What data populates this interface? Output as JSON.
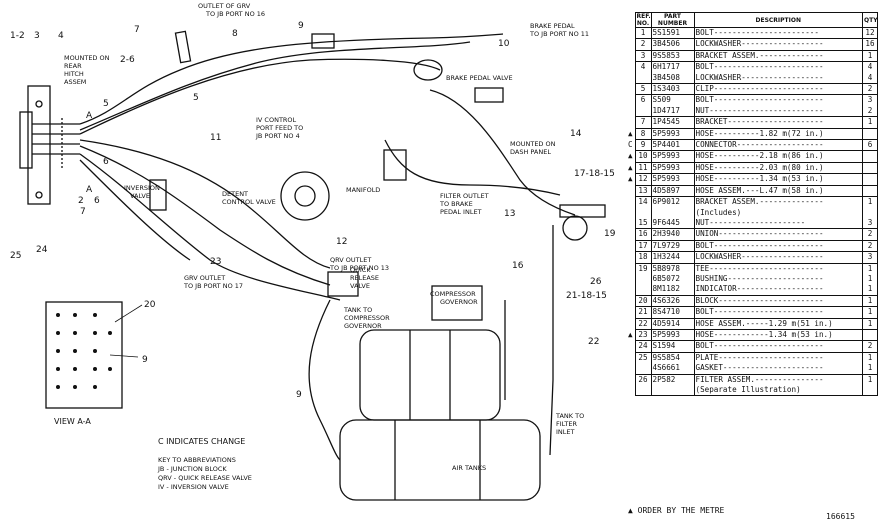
{
  "diagram": {
    "callouts": [
      {
        "id": "c1",
        "text": "1-2"
      },
      {
        "id": "c2",
        "text": "3"
      },
      {
        "id": "c3",
        "text": "4"
      },
      {
        "id": "c4",
        "text": "7"
      },
      {
        "id": "c5",
        "text": "2-6"
      },
      {
        "id": "c6",
        "text": "8"
      },
      {
        "id": "c7",
        "text": "9"
      },
      {
        "id": "c8",
        "text": "5"
      },
      {
        "id": "c9",
        "text": "10"
      },
      {
        "id": "c10",
        "text": "5"
      },
      {
        "id": "c11",
        "text": "11"
      },
      {
        "id": "c12",
        "text": "14"
      },
      {
        "id": "c13",
        "text": "17-18-15"
      },
      {
        "id": "c14",
        "text": "6"
      },
      {
        "id": "c15",
        "text": "A"
      },
      {
        "id": "c16",
        "text": "A"
      },
      {
        "id": "c17",
        "text": "2"
      },
      {
        "id": "c18",
        "text": "6"
      },
      {
        "id": "c19",
        "text": "7"
      },
      {
        "id": "c20",
        "text": "25"
      },
      {
        "id": "c21",
        "text": "24"
      },
      {
        "id": "c22",
        "text": "13"
      },
      {
        "id": "c23",
        "text": "19"
      },
      {
        "id": "c24",
        "text": "16"
      },
      {
        "id": "c25",
        "text": "26"
      },
      {
        "id": "c26",
        "text": "21-18-15"
      },
      {
        "id": "c27",
        "text": "12"
      },
      {
        "id": "c28",
        "text": "23"
      },
      {
        "id": "c29",
        "text": "20"
      },
      {
        "id": "c30",
        "text": "9"
      },
      {
        "id": "c31",
        "text": "22"
      },
      {
        "id": "c32",
        "text": "9"
      }
    ],
    "labels": {
      "outlet_grv": "OUTLET OF GRV",
      "outlet_grv_2": "TO JB PORT NO 16",
      "brake_pedal": "BRAKE PEDAL",
      "brake_pedal_2": "TO JB PORT NO 11",
      "mounted_rear": "MOUNTED ON",
      "mounted_rear_2": "REAR",
      "mounted_rear_3": "HITCH",
      "mounted_rear_4": "ASSEM",
      "brake_pedal_valve": "BRAKE PEDAL VALVE",
      "iv_control": "IV CONTROL",
      "iv_control_2": "PORT FEED TO",
      "iv_control_3": "JB PORT NO 4",
      "mounted_dash": "MOUNTED ON",
      "mounted_dash_2": "DASH PANEL",
      "inversion_valve": "INVERSION",
      "inversion_valve_2": "VALVE",
      "detent_control": "DETENT",
      "detent_control_2": "CONTROL VALVE",
      "manifold": "MANIFOLD",
      "filter_outlet": "FILTER OUTLET",
      "filter_outlet_2": "TO BRAKE",
      "filter_outlet_3": "PEDAL INLET",
      "qrv_outlet": "QRV OUTLET",
      "qrv_outlet_2": "TO JB PORT NO 13",
      "grv_outlet": "GRV OUTLET",
      "grv_outlet_2": "TO JB PORT NO 17",
      "quick_release": "QUICK",
      "quick_release_2": "RELEASE",
      "quick_release_3": "VALVE",
      "compressor_governor": "COMPRESSOR",
      "compressor_governor_2": "GOVERNOR",
      "tank_to_comp": "TANK TO",
      "tank_to_comp_2": "COMPRESSOR",
      "tank_to_comp_3": "GOVERNOR",
      "tank_to_filter": "TANK TO",
      "tank_to_filter_2": "FILTER",
      "tank_to_filter_3": "INLET",
      "air_tanks": "AIR TANKS",
      "view_aa": "VIEW A-A"
    },
    "legend": {
      "change": "C INDICATES CHANGE",
      "key": "KEY TO ABBREVIATIONS",
      "jb": "JB - JUNCTION BLOCK",
      "qrv": "QRV - QUICK RELEASE VALVE",
      "iv": "IV - INVERSION VALVE"
    }
  },
  "parts_table": {
    "headers": {
      "ref": "REF. NO.",
      "part": "PART NUMBER",
      "desc": "DESCRIPTION",
      "qty": "QTY"
    },
    "rows": [
      {
        "mark": "",
        "ref": "1",
        "part": "5S1591",
        "desc": "BOLT-----------------------",
        "qty": "12",
        "bottom": true
      },
      {
        "mark": "",
        "ref": "2",
        "part": "3B4506",
        "desc": "LOCKWASHER------------------",
        "qty": "16",
        "bottom": true
      },
      {
        "mark": "",
        "ref": "3",
        "part": "9S5853",
        "desc": "BRACKET ASSEM.--------------",
        "qty": "1",
        "bottom": true
      },
      {
        "mark": "",
        "ref": "4",
        "part": "6H1717",
        "desc": "BOLT------------------------",
        "qty": "4",
        "bottom": false
      },
      {
        "mark": "",
        "ref": "",
        "part": "3B4508",
        "desc": "LOCKWASHER------------------",
        "qty": "4",
        "bottom": true
      },
      {
        "mark": "",
        "ref": "5",
        "part": "1S3403",
        "desc": "CLIP------------------------",
        "qty": "2",
        "bottom": true
      },
      {
        "mark": "",
        "ref": "6",
        "part": "S509",
        "desc": "BOLT------------------------",
        "qty": "3",
        "bottom": false
      },
      {
        "mark": "",
        "ref": "",
        "part": "1D4717",
        "desc": "NUT-------------------------",
        "qty": "2",
        "bottom": true
      },
      {
        "mark": "",
        "ref": "7",
        "part": "1P4545",
        "desc": "BRACKET---------------------",
        "qty": "1",
        "bottom": true
      },
      {
        "mark": "▲",
        "ref": "8",
        "part": "5P5993",
        "desc": "HOSE----------1.82 m(72 in.)",
        "qty": "",
        "bottom": true
      },
      {
        "mark": "C",
        "ref": "9",
        "part": "5P4401",
        "desc": "CONNECTOR-------------------",
        "qty": "6",
        "bottom": true
      },
      {
        "mark": "▲",
        "ref": "10",
        "part": "5P5993",
        "desc": "HOSE----------2.18 m(86 in.)",
        "qty": "",
        "bottom": true
      },
      {
        "mark": "▲",
        "ref": "11",
        "part": "5P5993",
        "desc": "HOSE----------2.03 m(80 in.)",
        "qty": "",
        "bottom": true
      },
      {
        "mark": "▲",
        "ref": "12",
        "part": "5P5993",
        "desc": "HOSE----------1.34 m(53 in.)",
        "qty": "",
        "bottom": true
      },
      {
        "mark": "",
        "ref": "13",
        "part": "4D5897",
        "desc": "HOSE ASSEM.---L.47 m(58 in.)",
        "qty": "",
        "bottom": true
      },
      {
        "mark": "",
        "ref": "14",
        "part": "6P9012",
        "desc": "BRACKET ASSEM.--------------",
        "qty": "1",
        "bottom": false
      },
      {
        "mark": "",
        "ref": "",
        "part": "",
        "desc": "       (Includes)",
        "qty": "",
        "bottom": false
      },
      {
        "mark": "",
        "ref": "15",
        "part": "9F6445",
        "desc": "    NUT---------------------",
        "qty": "3",
        "bottom": true
      },
      {
        "mark": "",
        "ref": "16",
        "part": "2H3940",
        "desc": "UNION-----------------------",
        "qty": "2",
        "bottom": true
      },
      {
        "mark": "",
        "ref": "17",
        "part": "7L9729",
        "desc": "BOLT------------------------",
        "qty": "2",
        "bottom": true
      },
      {
        "mark": "",
        "ref": "18",
        "part": "1H3244",
        "desc": "LOCKWASHER------------------",
        "qty": "3",
        "bottom": true
      },
      {
        "mark": "",
        "ref": "19",
        "part": "5B8978",
        "desc": "TEE-------------------------",
        "qty": "1",
        "bottom": false
      },
      {
        "mark": "",
        "ref": "",
        "part": "6B5072",
        "desc": "BUSHING---------------------",
        "qty": "1",
        "bottom": false
      },
      {
        "mark": "",
        "ref": "",
        "part": "8M1182",
        "desc": "INDICATOR-------------------",
        "qty": "1",
        "bottom": true
      },
      {
        "mark": "",
        "ref": "20",
        "part": "4S6326",
        "desc": "BLOCK-----------------------",
        "qty": "1",
        "bottom": true
      },
      {
        "mark": "",
        "ref": "21",
        "part": "8S4710",
        "desc": "BOLT------------------------",
        "qty": "1",
        "bottom": true
      },
      {
        "mark": "",
        "ref": "22",
        "part": "4D5914",
        "desc": "HOSE ASSEM.-----1.29 m(51 in.)",
        "qty": "1",
        "bottom": true
      },
      {
        "mark": "▲",
        "ref": "23",
        "part": "5P5993",
        "desc": "HOSE------------1.34 m(53 in.)",
        "qty": "",
        "bottom": true
      },
      {
        "mark": "",
        "ref": "24",
        "part": "S1594",
        "desc": "BOLT------------------------",
        "qty": "2",
        "bottom": true
      },
      {
        "mark": "",
        "ref": "25",
        "part": "9S5854",
        "desc": "PLATE-----------------------",
        "qty": "1",
        "bottom": false
      },
      {
        "mark": "",
        "ref": "",
        "part": "4S6661",
        "desc": "GASKET----------------------",
        "qty": "1",
        "bottom": true
      },
      {
        "mark": "",
        "ref": "26",
        "part": "2P582",
        "desc": "FILTER ASSEM.---------------",
        "qty": "1",
        "bottom": false
      },
      {
        "mark": "",
        "ref": "",
        "part": "",
        "desc": "    (Separate Illustration)",
        "qty": "",
        "bottom": true
      }
    ]
  },
  "footer": {
    "order_note": "▲ ORDER BY THE METRE",
    "figure_number": "166615"
  }
}
